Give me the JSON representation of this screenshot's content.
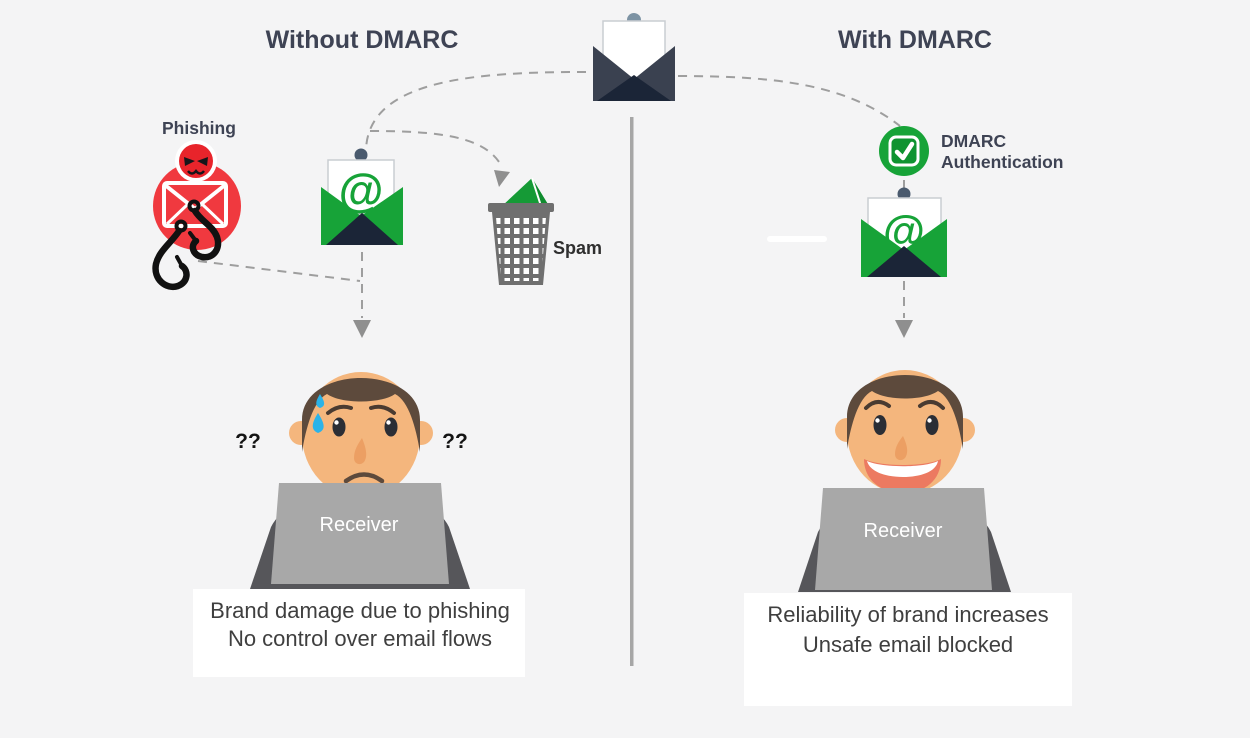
{
  "without_dmarc": {
    "heading": "Without DMARC",
    "phishing_label": "Phishing",
    "spam_label": "Spam",
    "question_left": "??",
    "question_right": "??",
    "receiver_label": "Receiver",
    "caption": [
      "Brand damage due to phishing",
      "No control over email flows"
    ]
  },
  "with_dmarc": {
    "heading": "With DMARC",
    "auth_label": [
      "DMARC",
      "Authentication"
    ],
    "receiver_label": "Receiver",
    "caption": [
      "Reliability of brand increases",
      "Unsafe email blocked"
    ]
  },
  "symbols": {
    "at_sign": "@"
  },
  "colors": {
    "background": "#f4f4f5",
    "heading_text": "#3e4354",
    "caption_text": "#3f3f3f",
    "green": "#17a338",
    "envelope_slate": "#3a4150",
    "envelope_navy": "#1b2537",
    "phishing_red": "#f0393f",
    "dash_gray": "#9e9e9e",
    "arrow_gray": "#8f8f8f",
    "divider_gray": "#a6a6a6",
    "basket_gray": "#6f6f6f",
    "laptop_gray": "#a8a8a8",
    "body_gray": "#56565a",
    "skin": "#f4b67d",
    "hair_brown": "#5d4a3c",
    "sweat_blue": "#2bb3e8",
    "mouth_coral": "#ec7a61"
  }
}
